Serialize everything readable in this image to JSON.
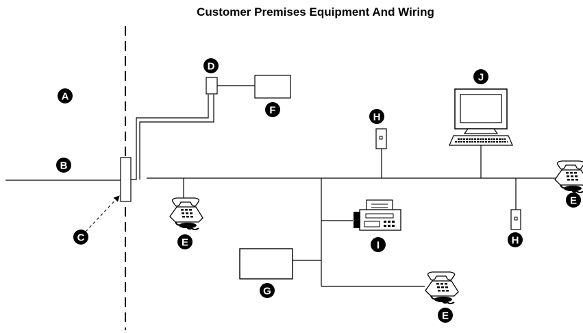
{
  "title": "Customer Premises Equipment And Wiring",
  "callouts": {
    "a": "A",
    "b": "B",
    "c": "C",
    "d": "D",
    "e1": "E",
    "e2": "E",
    "e3": "E",
    "f": "F",
    "g": "G",
    "h1": "H",
    "h2": "H",
    "i": "I",
    "j": "J"
  },
  "icons": {
    "telephone": "telephone-icon",
    "fax": "fax-machine-icon",
    "computer": "computer-icon",
    "jack": "wall-jack-icon",
    "box": "equipment-box-icon"
  },
  "colors": {
    "line": "#000000",
    "background": "#ffffff"
  }
}
